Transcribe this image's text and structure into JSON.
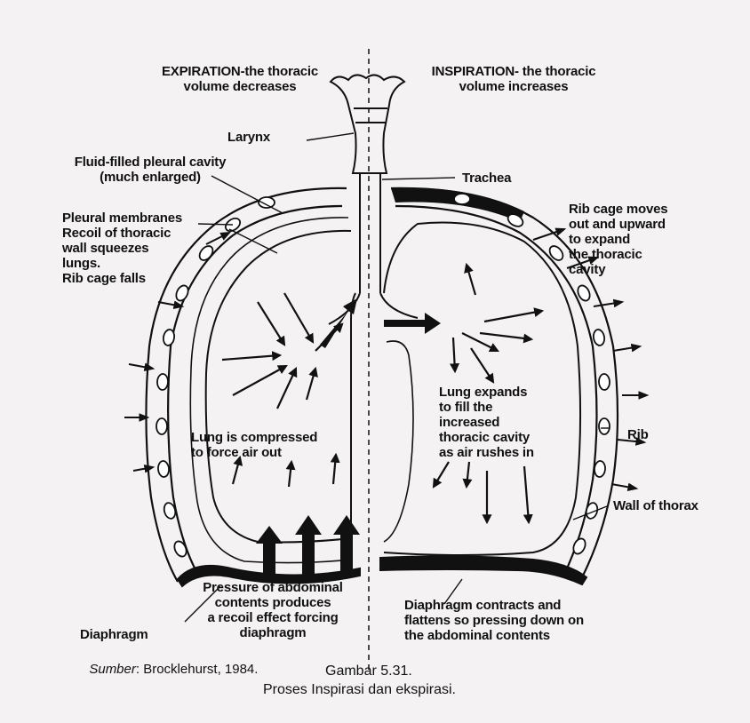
{
  "diagram": {
    "labels": {
      "expiration_title": "EXPIRATION-the thoracic\nvolume decreases",
      "inspiration_title": "INSPIRATION- the thoracic\nvolume increases",
      "larynx": "Larynx",
      "fluid_cavity": "Fluid-filled pleural cavity\n(much enlarged)",
      "trachea": "Trachea",
      "pleural_membranes": "Pleural membranes\nRecoil of thoracic\nwall squeezes\nlungs.\nRib cage falls",
      "rib_cage_moves": "Rib cage moves\nout and upward\nto expand\nthe thoracic\ncavity",
      "lung_expands": "Lung expands\nto fill the\nincreased\nthoracic cavity\nas air rushes in",
      "lung_compressed": "Lung is compressed\nto force air out",
      "rib": "Rib",
      "wall_of_thorax": "Wall of thorax",
      "pressure_abdominal": "Pressure of abdominal\ncontents produces\na recoil effect forcing\ndiaphragm",
      "diaphragm_contracts": "Diaphragm contracts and\nflattens so pressing down on\nthe abdominal contents",
      "diaphragm": "Diaphragm"
    },
    "source": {
      "prefix": "Sumber",
      "text": ": Brocklehurst, 1984."
    },
    "caption": {
      "number": "Gambar 5.31.",
      "title": "Proses Inspirasi dan ekspirasi."
    }
  }
}
